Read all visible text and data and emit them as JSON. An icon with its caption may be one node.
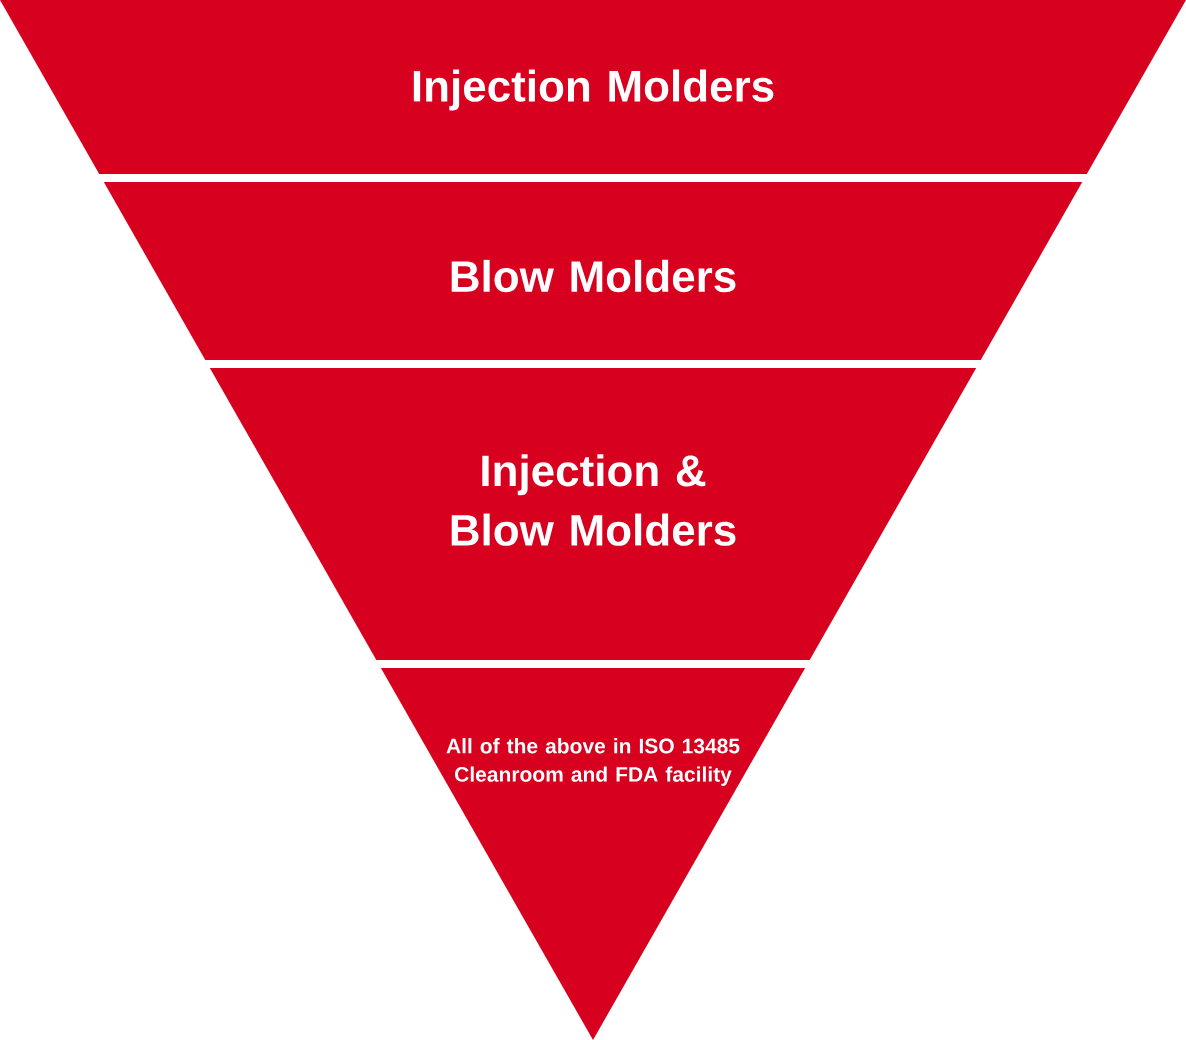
{
  "diagram": {
    "nodes": [
      {
        "text": [
          "Injection Molders"
        ]
      },
      {
        "text": [
          "Blow Molders"
        ]
      },
      {
        "text": [
          "Injection & Blow Molders"
        ]
      },
      {
        "text": [
          "All of the above in ISO 13485 Cleanroom and FDA facility"
        ]
      }
    ]
  }
}
